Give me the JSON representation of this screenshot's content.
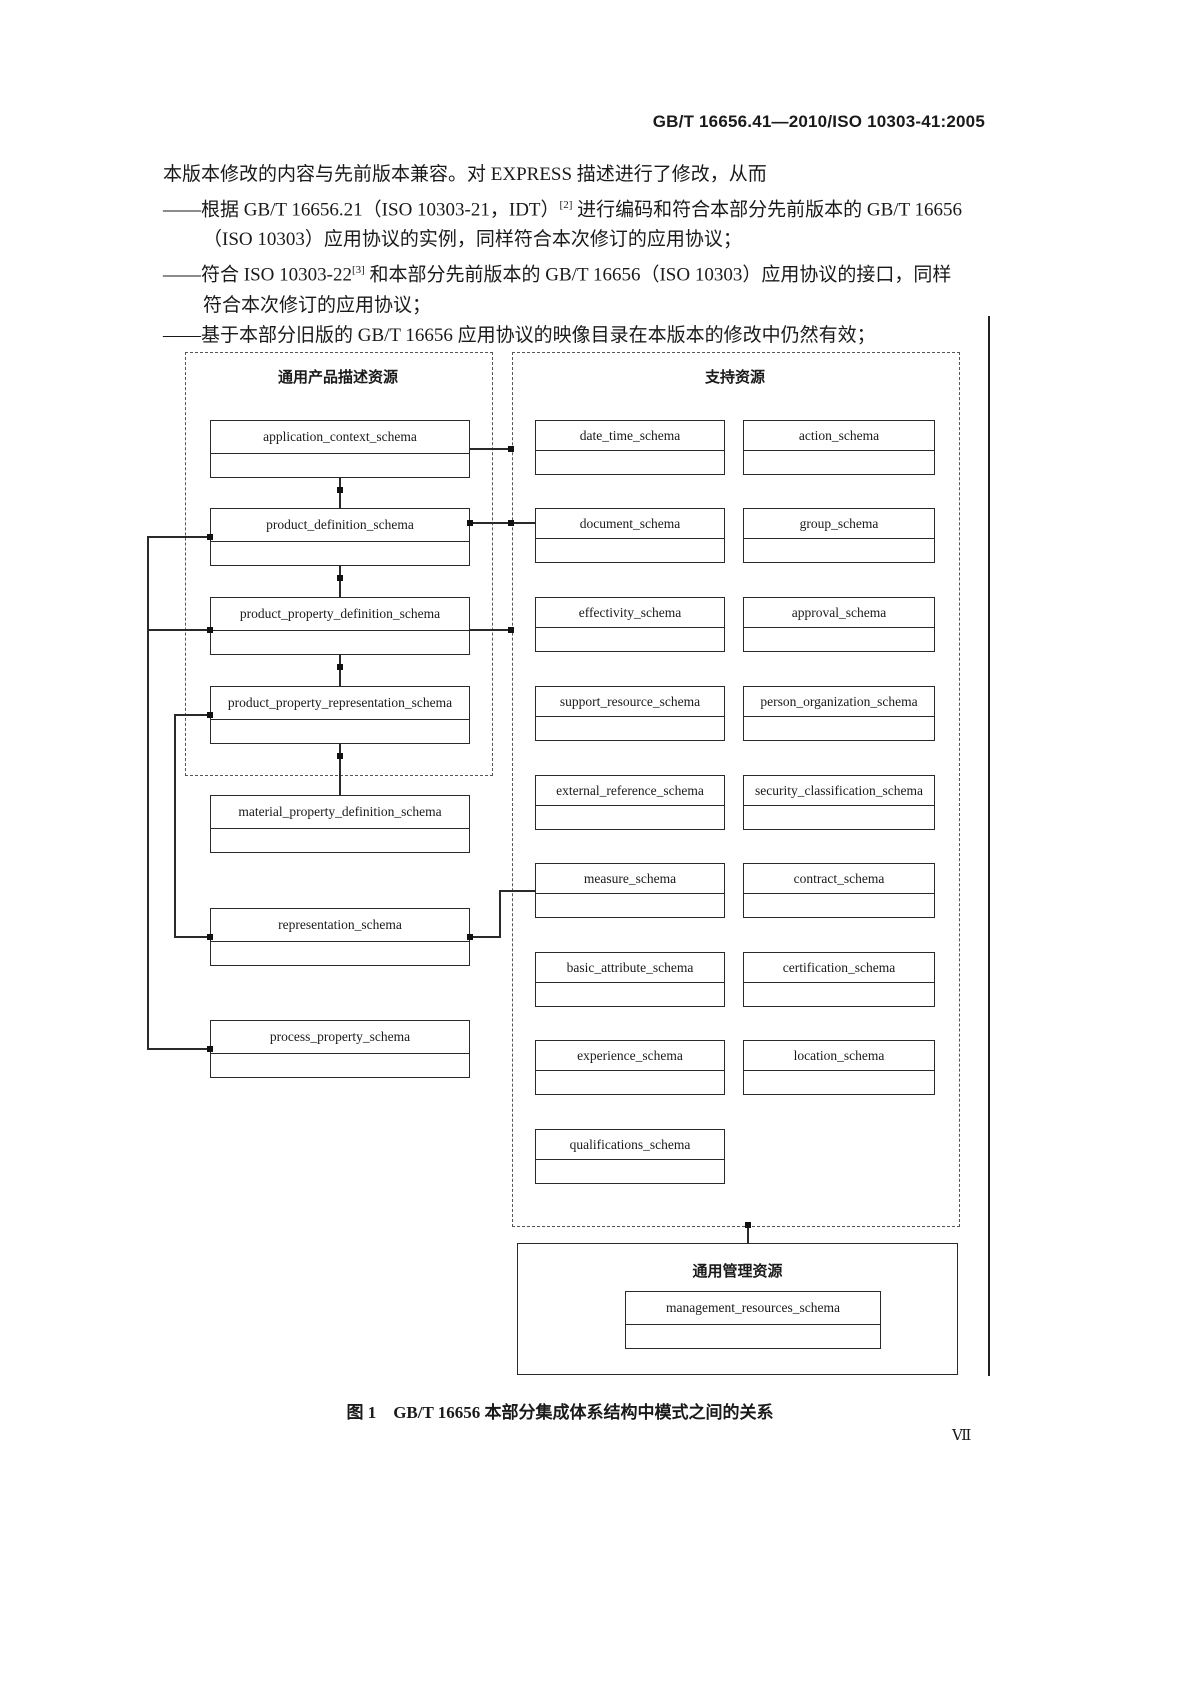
{
  "header": {
    "title": "GB/T 16656.41—2010/ISO 10303-41:2005"
  },
  "body": {
    "intro": "本版本修改的内容与先前版本兼容。对 EXPRESS 描述进行了修改，从而",
    "items": [
      {
        "pre": "——根据 GB/T 16656.21（ISO 10303-21，IDT）",
        "sup": "[2]",
        "post": " 进行编码和符合本部分先前版本的 GB/T 16656（ISO 10303）应用协议的实例，同样符合本次修订的应用协议；"
      },
      {
        "pre": "——符合 ISO 10303-22",
        "sup": "[3]",
        "post": " 和本部分先前版本的 GB/T 16656（ISO 10303）应用协议的接口，同样符合本次修订的应用协议；"
      },
      {
        "pre": "——基于本部分旧版的 GB/T 16656 应用协议的映像目录在本版本的修改中仍然有效；",
        "sup": "",
        "post": ""
      }
    ]
  },
  "diagram": {
    "ink": "#1a1a1a",
    "left_group_title": "通用产品描述资源",
    "support_group_title": "支持资源",
    "management_group_title": "通用管理资源",
    "left_schemas": [
      "application_context_schema",
      "product_definition_schema",
      "product_property_definition_schema",
      "product_property_representation_schema"
    ],
    "outer_schemas": [
      "material_property_definition_schema",
      "representation_schema",
      "process_property_schema"
    ],
    "support_left": [
      "date_time_schema",
      "document_schema",
      "effectivity_schema",
      "support_resource_schema",
      "external_reference_schema",
      "measure_schema",
      "basic_attribute_schema",
      "experience_schema",
      "qualifications_schema"
    ],
    "support_right": [
      "action_schema",
      "group_schema",
      "approval_schema",
      "person_organization_schema",
      "security_classification_schema",
      "contract_schema",
      "certification_schema",
      "location_schema"
    ],
    "management_schema": "management_resources_schema"
  },
  "caption": "图 1　GB/T 16656 本部分集成体系结构中模式之间的关系",
  "page_number": "Ⅶ"
}
